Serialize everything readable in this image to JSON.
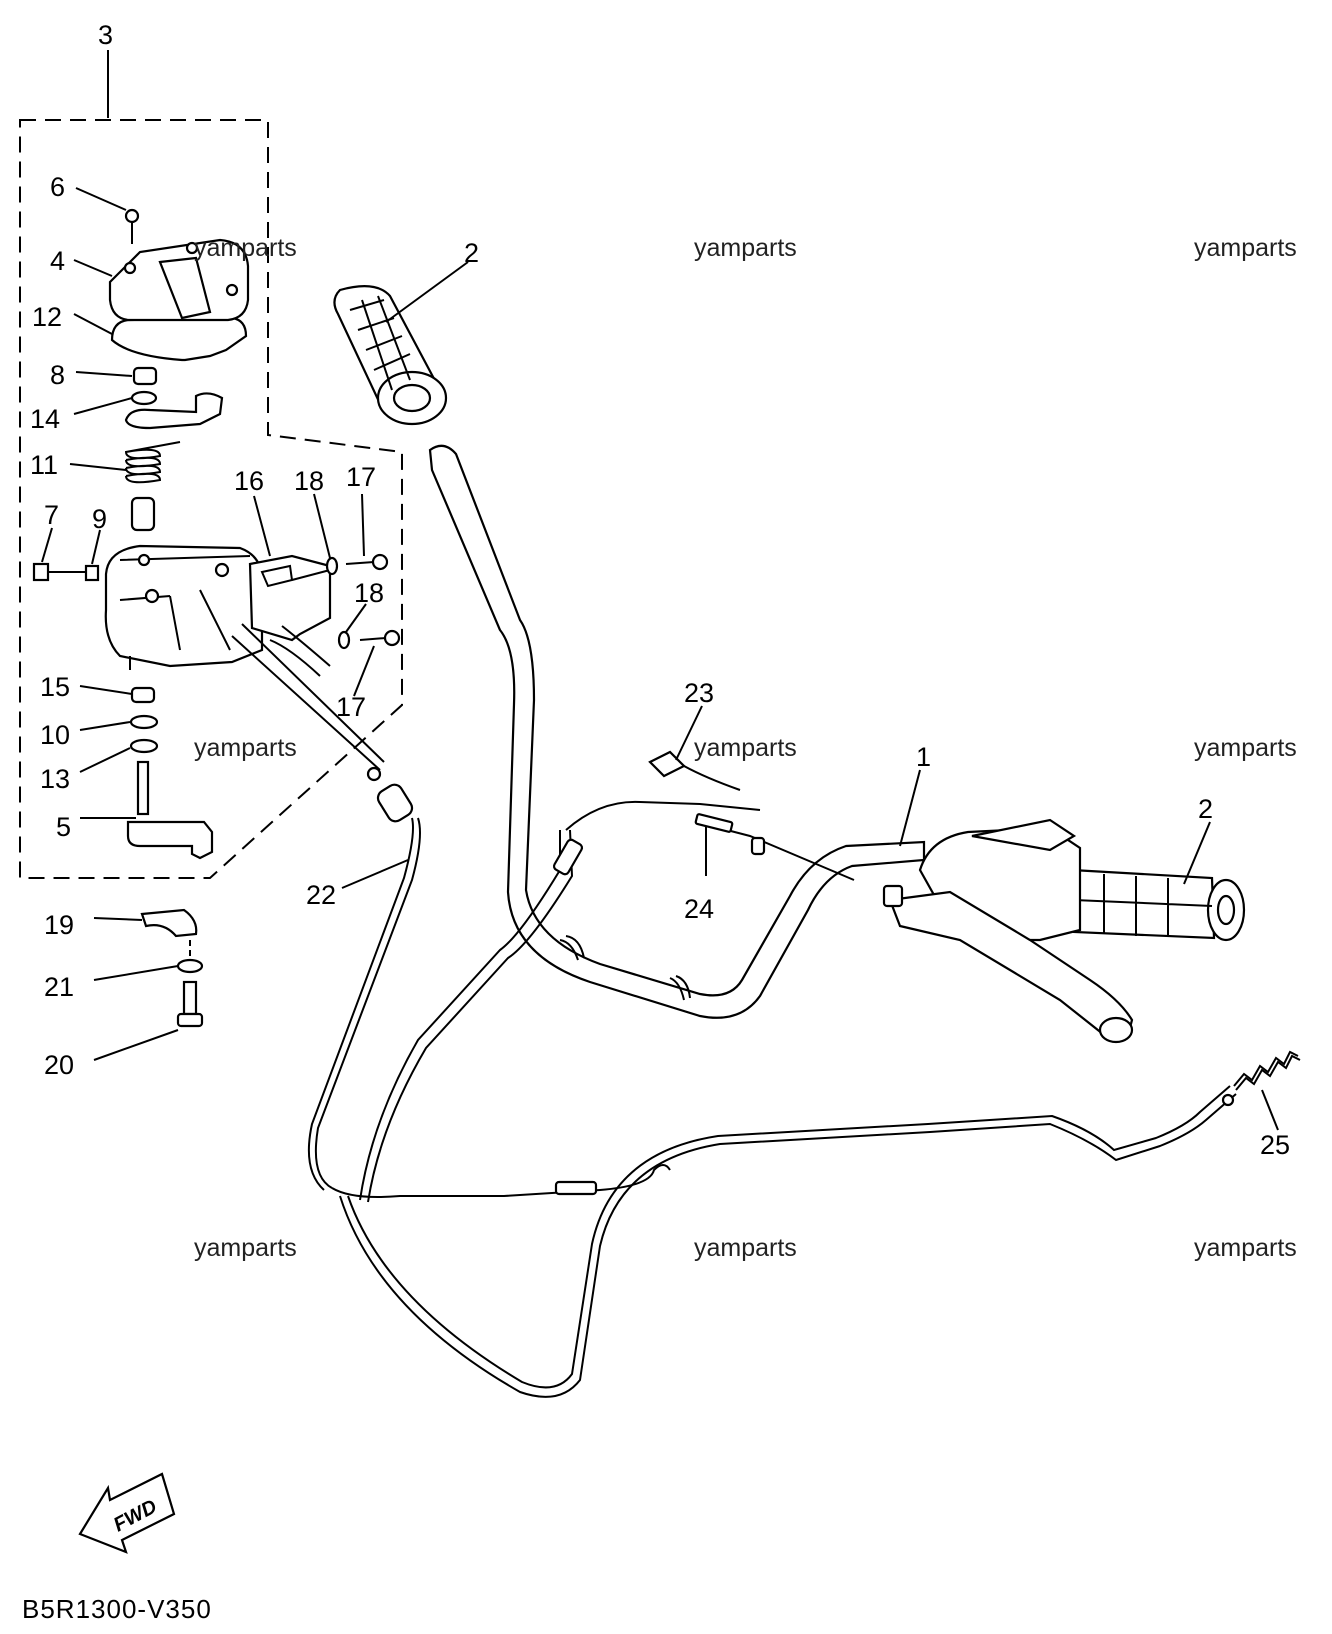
{
  "diagram": {
    "callouts": [
      "1",
      "2",
      "3",
      "4",
      "5",
      "6",
      "7",
      "8",
      "9",
      "10",
      "11",
      "12",
      "13",
      "14",
      "15",
      "16",
      "17",
      "18",
      "19",
      "20",
      "21",
      "22",
      "23",
      "24",
      "25"
    ],
    "watermark": "yamparts",
    "direction_label": "FWD",
    "diagram_code": "B5R1300-V350"
  }
}
